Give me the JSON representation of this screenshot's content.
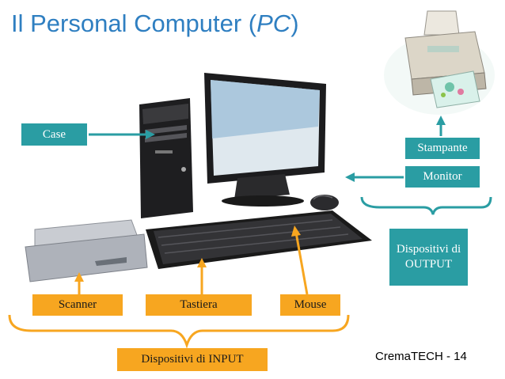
{
  "title": {
    "main": "Il Personal Computer (",
    "abbr": "PC",
    "close": ")"
  },
  "labels": {
    "case": "Case",
    "stampante": "Stampante",
    "monitor": "Monitor",
    "output_group": "Dispositivi di OUTPUT",
    "scanner": "Scanner",
    "tastiera": "Tastiera",
    "mouse": "Mouse",
    "input_group": "Dispositivi di INPUT"
  },
  "footer": "CremaTECH - 14",
  "colors": {
    "teal": "#2a9da3",
    "orange": "#f7a620",
    "title": "#2f7fc1"
  }
}
